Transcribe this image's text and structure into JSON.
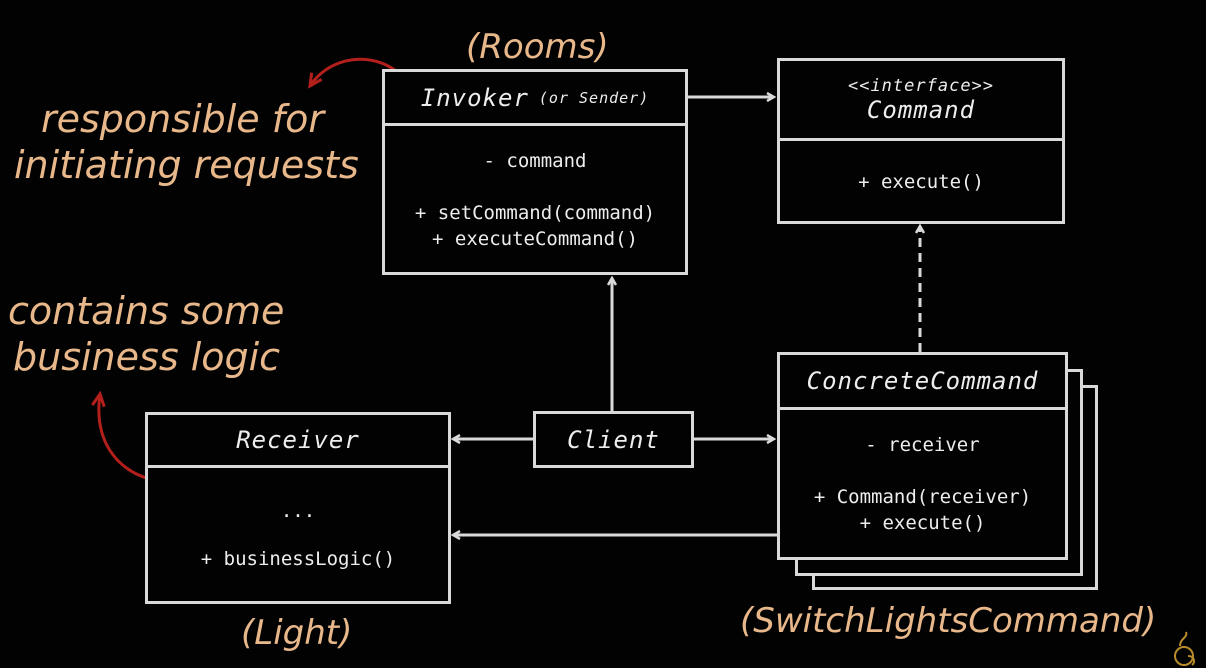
{
  "invoker": {
    "name": "Invoker",
    "name_note": "(or Sender)",
    "alias": "(Rooms)",
    "fields": [
      "- command"
    ],
    "methods": [
      "+ setCommand(command)",
      "+ executeCommand()"
    ]
  },
  "command": {
    "stereotype": "<<interface>>",
    "name": "Command",
    "methods": [
      "+ execute()"
    ]
  },
  "concrete_command": {
    "name": "ConcreteCommand",
    "alias": "(SwitchLightsCommand)",
    "fields": [
      "- receiver"
    ],
    "methods": [
      "+ Command(receiver)",
      "+ execute()"
    ]
  },
  "receiver": {
    "name": "Receiver",
    "alias": "(Light)",
    "fields": [
      "..."
    ],
    "methods": [
      "+ businessLogic()"
    ]
  },
  "client": {
    "name": "Client"
  },
  "notes": {
    "invoker": [
      "responsible for",
      "initiating requests"
    ],
    "receiver": [
      "contains some",
      "business logic"
    ]
  },
  "colors": {
    "line": "#d9d9d9",
    "annotation": "#e8b88b",
    "arrow_note": "#b3201c",
    "background": "#020202"
  }
}
